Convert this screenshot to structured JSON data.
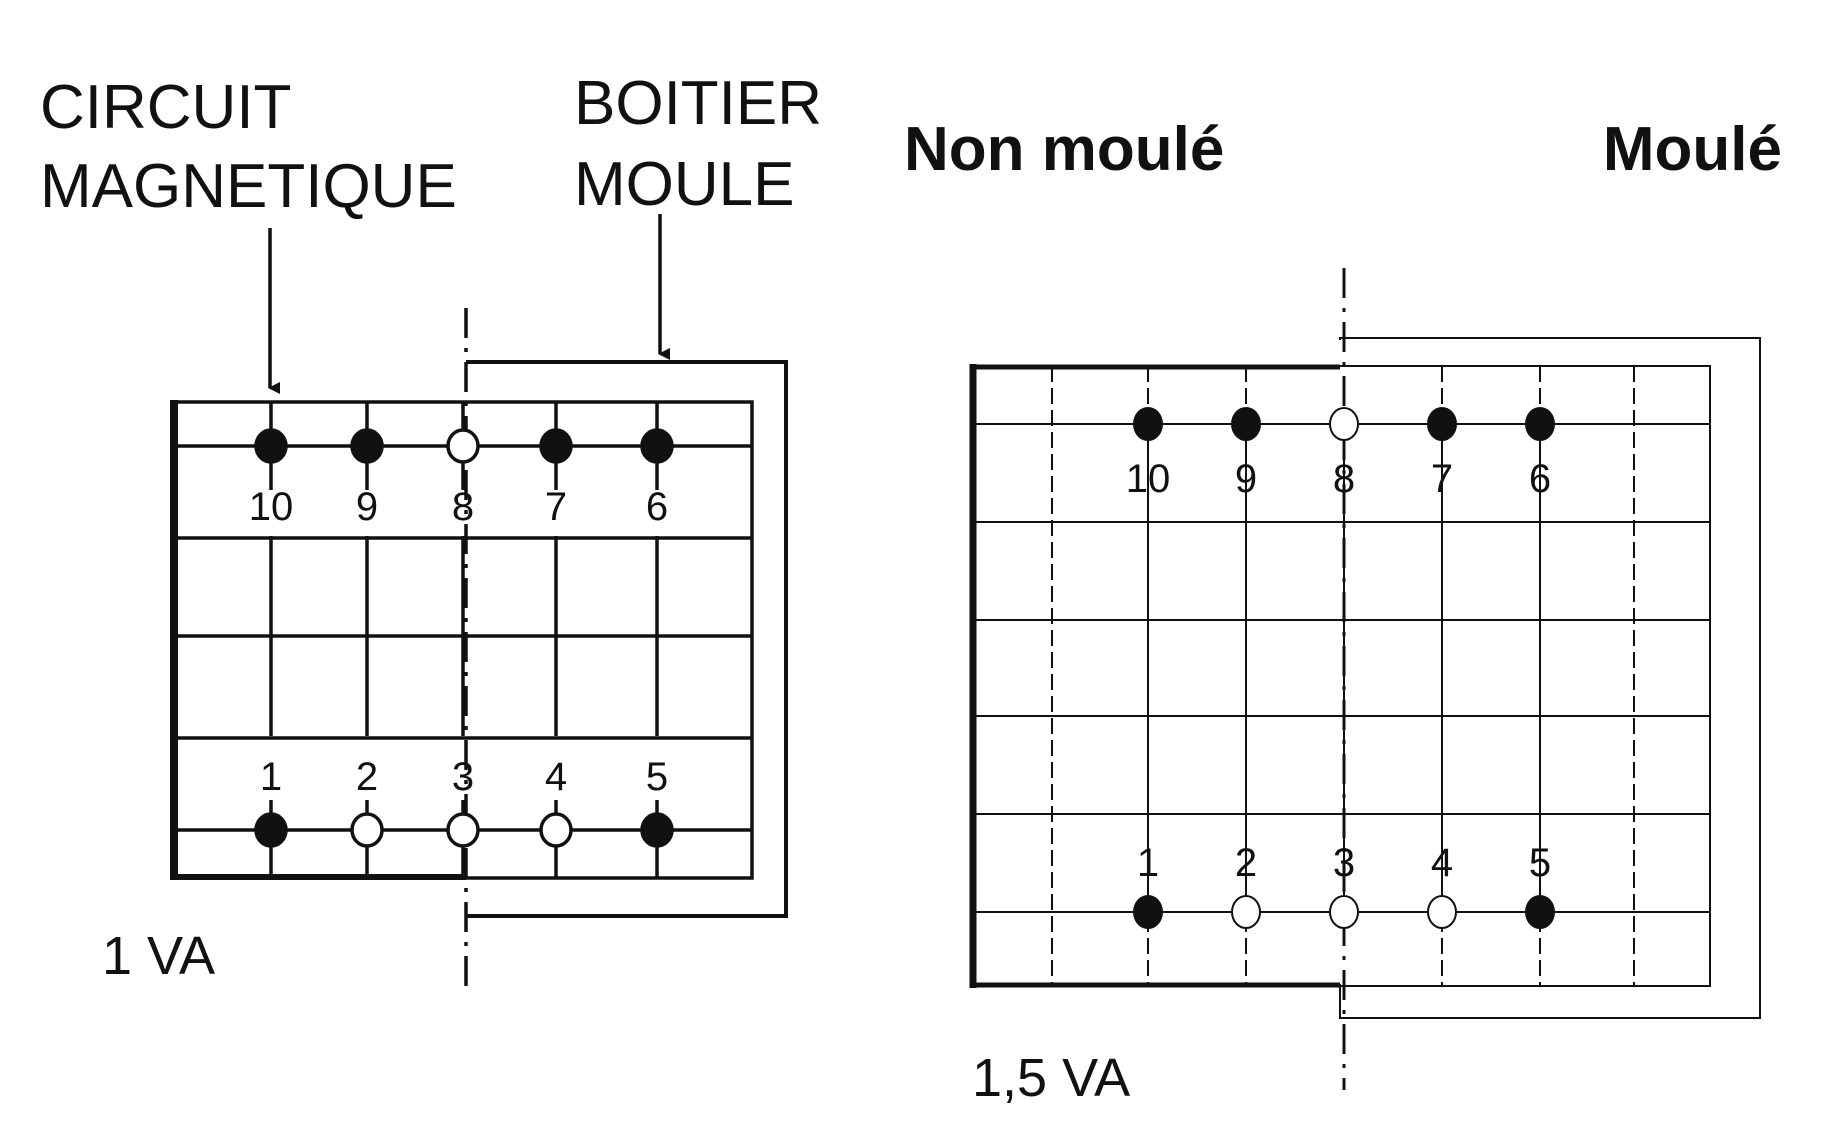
{
  "labels": {
    "circuit_line1": "CIRCUIT",
    "circuit_line2": "MAGNETIQUE",
    "boitier_line1": "BOITIER",
    "boitier_line2": "MOULE",
    "non_moule": "Non moulé",
    "moule": "Moulé"
  },
  "left_diagram": {
    "rating": "1 VA",
    "top_pins": [
      {
        "number": "10",
        "filled": true
      },
      {
        "number": "9",
        "filled": true
      },
      {
        "number": "8",
        "filled": false
      },
      {
        "number": "7",
        "filled": true
      },
      {
        "number": "6",
        "filled": true
      }
    ],
    "bottom_pins": [
      {
        "number": "1",
        "filled": true
      },
      {
        "number": "2",
        "filled": false
      },
      {
        "number": "3",
        "filled": false
      },
      {
        "number": "4",
        "filled": false
      },
      {
        "number": "5",
        "filled": true
      }
    ]
  },
  "right_diagram": {
    "rating": "1,5 VA",
    "top_pins": [
      {
        "number": "10",
        "filled": true
      },
      {
        "number": "9",
        "filled": true
      },
      {
        "number": "8",
        "filled": false
      },
      {
        "number": "7",
        "filled": true
      },
      {
        "number": "6",
        "filled": true
      }
    ],
    "bottom_pins": [
      {
        "number": "1",
        "filled": true
      },
      {
        "number": "2",
        "filled": false
      },
      {
        "number": "3",
        "filled": false
      },
      {
        "number": "4",
        "filled": false
      },
      {
        "number": "5",
        "filled": true
      }
    ]
  },
  "colors": {
    "ink": "#111111",
    "background": "#ffffff"
  }
}
